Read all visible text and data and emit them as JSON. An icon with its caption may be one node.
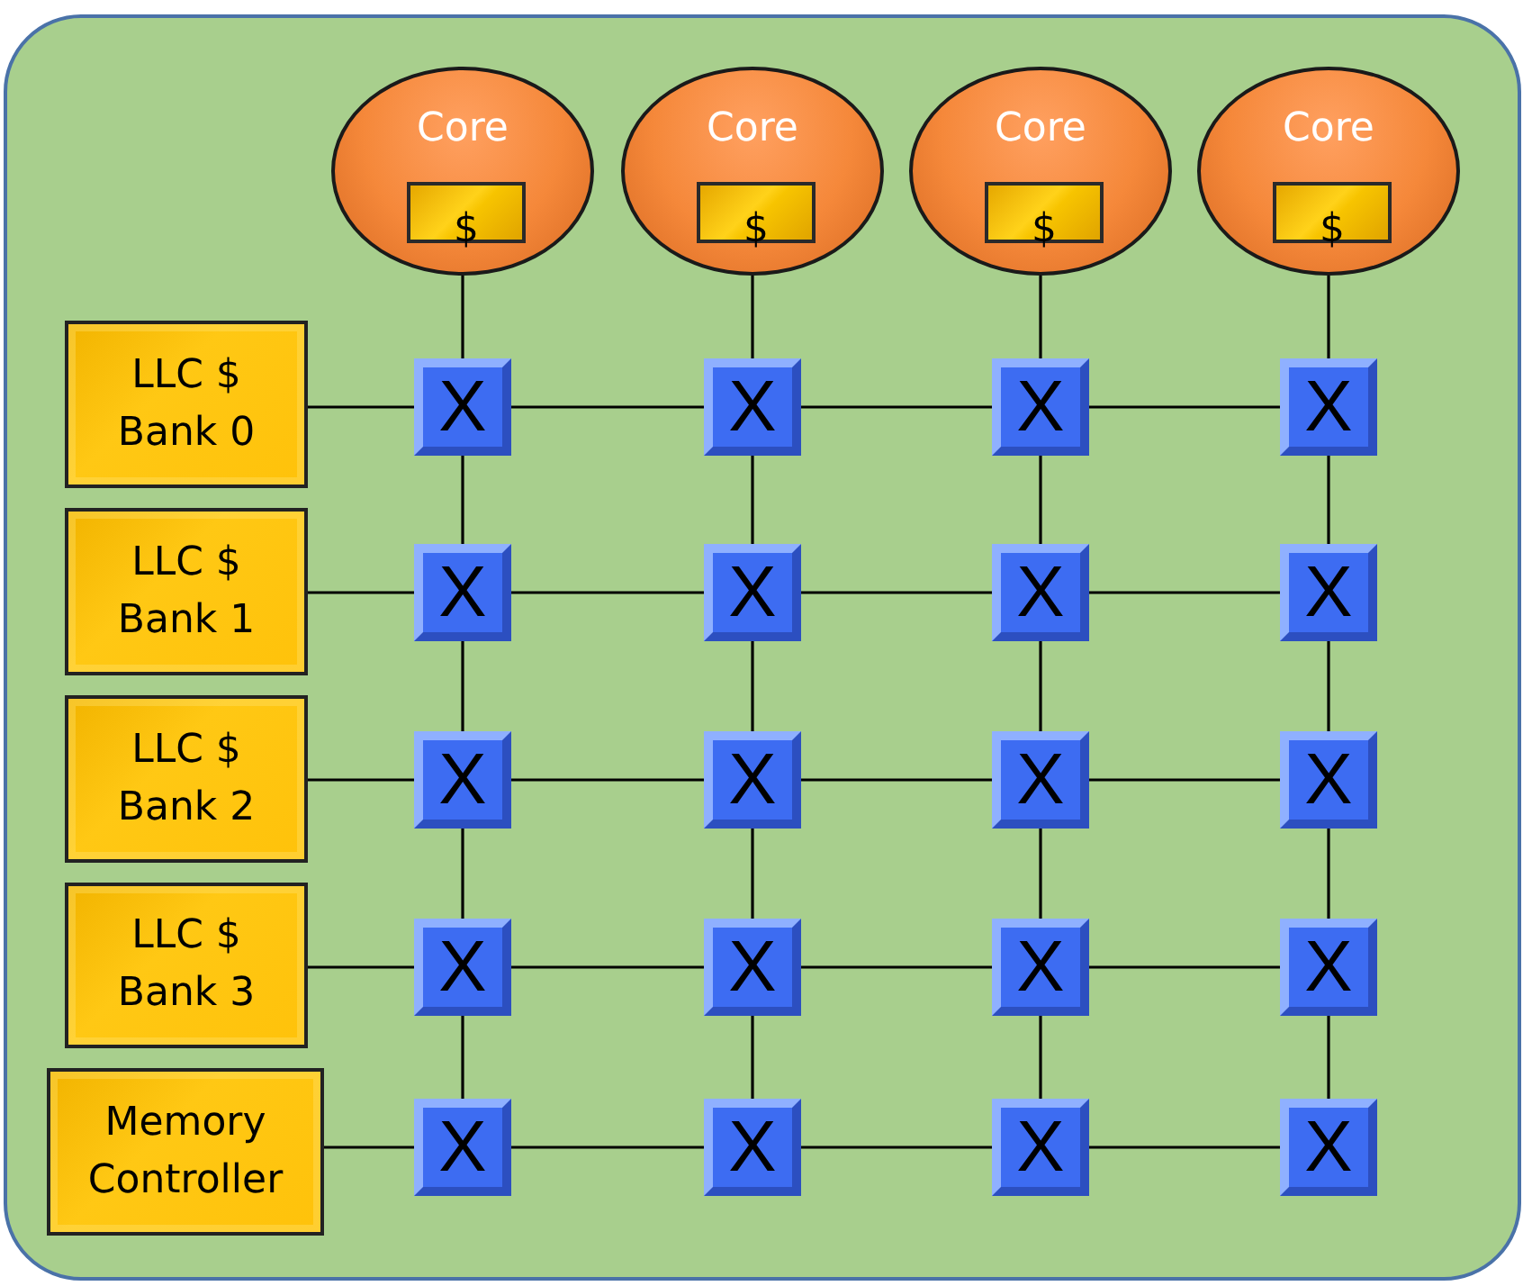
{
  "diagram": {
    "nodes": [
      {
        "text": [
          "Core"
        ]
      },
      {
        "text": [
          "$"
        ],
        "in": 0
      },
      {
        "text": [
          "Core"
        ]
      },
      {
        "text": [
          "$"
        ],
        "in": 2
      },
      {
        "text": [
          "Core"
        ]
      },
      {
        "text": [
          "$"
        ],
        "in": 4
      },
      {
        "text": [
          "Core"
        ]
      },
      {
        "text": [
          "$"
        ],
        "in": 6
      },
      {
        "text": [
          "LLC $ Bank 0"
        ]
      },
      {
        "text": [
          "X"
        ]
      },
      {
        "text": [
          "X"
        ]
      },
      {
        "text": [
          "X"
        ]
      },
      {
        "text": [
          "X"
        ]
      },
      {
        "text": [
          "LLC $ Bank 1"
        ]
      },
      {
        "text": [
          "X"
        ]
      },
      {
        "text": [
          "X"
        ]
      },
      {
        "text": [
          "X"
        ]
      },
      {
        "text": [
          "X"
        ]
      },
      {
        "text": [
          "LLC $ Bank 2"
        ]
      },
      {
        "text": [
          "X"
        ]
      },
      {
        "text": [
          "X"
        ]
      },
      {
        "text": [
          "X"
        ]
      },
      {
        "text": [
          "X"
        ]
      },
      {
        "text": [
          "LLC $ Bank 3"
        ]
      },
      {
        "text": [
          "X"
        ]
      },
      {
        "text": [
          "X"
        ]
      },
      {
        "text": [
          "X"
        ]
      },
      {
        "text": [
          "X"
        ]
      },
      {
        "text": [
          "Memory Controller"
        ]
      },
      {
        "text": [
          "X"
        ]
      },
      {
        "text": [
          "X"
        ]
      },
      {
        "text": [
          "X"
        ]
      },
      {
        "text": [
          "X"
        ]
      }
    ],
    "edges": [
      {
        "from": 0,
        "to": 9,
        "arrow": "none"
      },
      {
        "from": 2,
        "to": 10,
        "arrow": "none"
      },
      {
        "from": 4,
        "to": 11,
        "arrow": "none"
      },
      {
        "from": 6,
        "to": 12,
        "arrow": "none"
      },
      {
        "from": 8,
        "to": 9,
        "arrow": "none"
      },
      {
        "from": 9,
        "to": 10,
        "arrow": "none"
      },
      {
        "from": 10,
        "to": 11,
        "arrow": "none"
      },
      {
        "from": 11,
        "to": 12,
        "arrow": "none"
      },
      {
        "from": 13,
        "to": 14,
        "arrow": "none"
      },
      {
        "from": 14,
        "to": 15,
        "arrow": "none"
      },
      {
        "from": 15,
        "to": 16,
        "arrow": "none"
      },
      {
        "from": 16,
        "to": 17,
        "arrow": "none"
      },
      {
        "from": 18,
        "to": 19,
        "arrow": "none"
      },
      {
        "from": 19,
        "to": 20,
        "arrow": "none"
      },
      {
        "from": 20,
        "to": 21,
        "arrow": "none"
      },
      {
        "from": 21,
        "to": 22,
        "arrow": "none"
      },
      {
        "from": 23,
        "to": 24,
        "arrow": "none"
      },
      {
        "from": 24,
        "to": 25,
        "arrow": "none"
      },
      {
        "from": 25,
        "to": 26,
        "arrow": "none"
      },
      {
        "from": 26,
        "to": 27,
        "arrow": "none"
      },
      {
        "from": 28,
        "to": 29,
        "arrow": "none"
      },
      {
        "from": 29,
        "to": 30,
        "arrow": "none"
      },
      {
        "from": 30,
        "to": 31,
        "arrow": "none"
      },
      {
        "from": 31,
        "to": 32,
        "arrow": "none"
      },
      {
        "from": 9,
        "to": 14,
        "arrow": "none"
      },
      {
        "from": 14,
        "to": 19,
        "arrow": "none"
      },
      {
        "from": 19,
        "to": 24,
        "arrow": "none"
      },
      {
        "from": 24,
        "to": 29,
        "arrow": "none"
      },
      {
        "from": 10,
        "to": 15,
        "arrow": "none"
      },
      {
        "from": 15,
        "to": 20,
        "arrow": "none"
      },
      {
        "from": 20,
        "to": 25,
        "arrow": "none"
      },
      {
        "from": 25,
        "to": 30,
        "arrow": "none"
      },
      {
        "from": 11,
        "to": 16,
        "arrow": "none"
      },
      {
        "from": 16,
        "to": 21,
        "arrow": "none"
      },
      {
        "from": 21,
        "to": 26,
        "arrow": "none"
      },
      {
        "from": 26,
        "to": 31,
        "arrow": "none"
      },
      {
        "from": 12,
        "to": 17,
        "arrow": "none"
      },
      {
        "from": 17,
        "to": 22,
        "arrow": "none"
      },
      {
        "from": 22,
        "to": 27,
        "arrow": "none"
      },
      {
        "from": 27,
        "to": 32,
        "arrow": "none"
      }
    ]
  }
}
